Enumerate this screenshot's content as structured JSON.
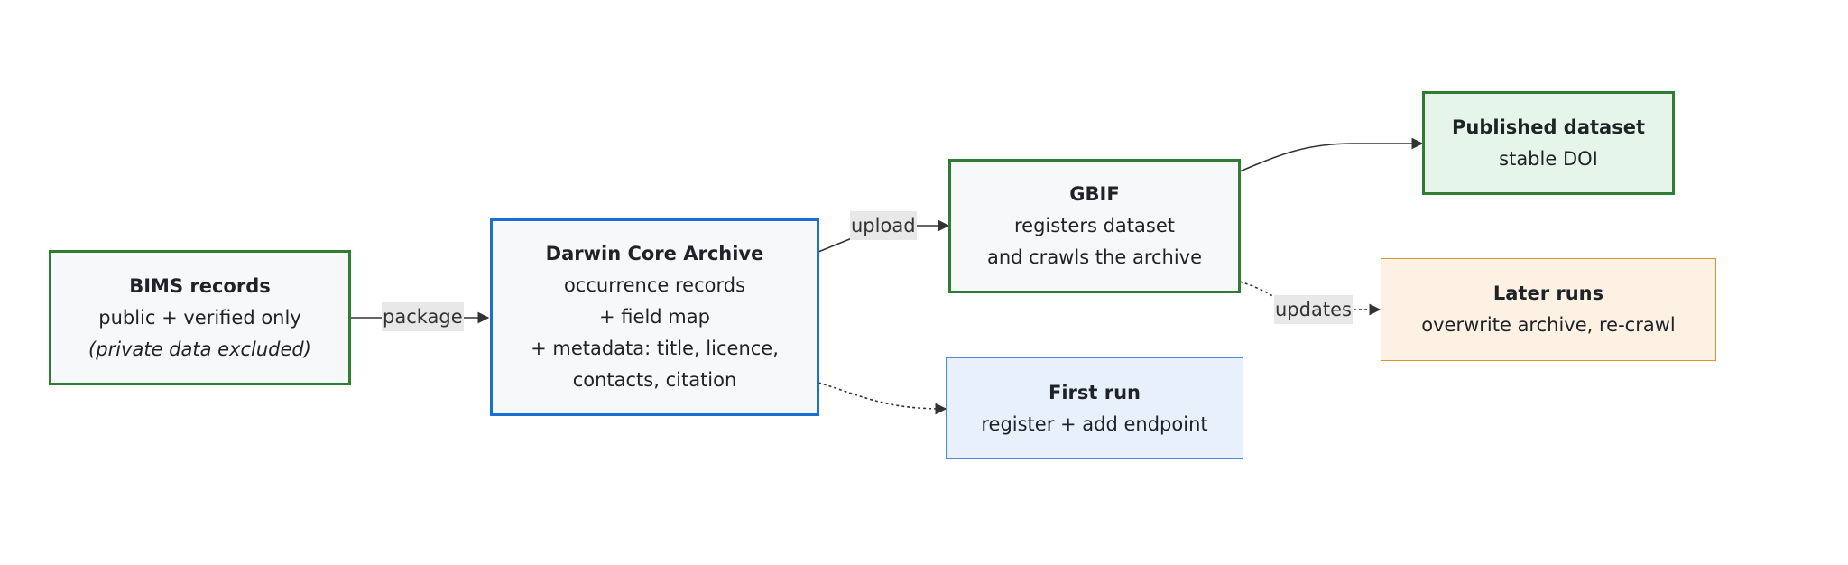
{
  "nodes": {
    "bims": {
      "title": "BIMS records",
      "line1": "public + verified only",
      "line2": "(private data excluded)"
    },
    "dwca": {
      "title": "Darwin Core Archive",
      "line1": "occurrence records",
      "line2": "+ field map",
      "line3": "+ metadata: title, licence,",
      "line4": "contacts, citation"
    },
    "gbif": {
      "title": "GBIF",
      "line1": "registers dataset",
      "line2": "and crawls the archive"
    },
    "published": {
      "title": "Published dataset",
      "line1": "stable DOI"
    },
    "first_run": {
      "title": "First run",
      "line1": "register + add endpoint"
    },
    "later_runs": {
      "title": "Later runs",
      "line1": "overwrite archive, re-crawl"
    }
  },
  "edges": {
    "package": "package",
    "upload": "upload",
    "updates": "updates"
  },
  "colors": {
    "green_border": "#2e7d32",
    "blue_border": "#1a6fd4",
    "edge": "#333333"
  }
}
